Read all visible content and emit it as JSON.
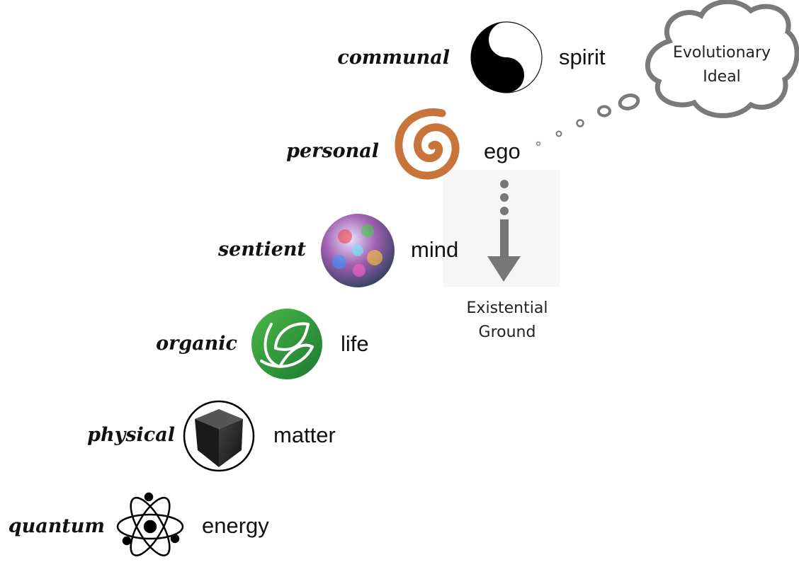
{
  "levels": [
    {
      "level": "communal",
      "word": "spirit",
      "icon": "yin-yang-icon"
    },
    {
      "level": "personal",
      "word": "ego",
      "icon": "spiral-icon"
    },
    {
      "level": "sentient",
      "word": "mind",
      "icon": "mosaic-sphere-icon"
    },
    {
      "level": "organic",
      "word": "life",
      "icon": "leaf-circle-icon"
    },
    {
      "level": "physical",
      "word": "matter",
      "icon": "cube-icon"
    },
    {
      "level": "quantum",
      "word": "energy",
      "icon": "atom-icon"
    }
  ],
  "thought_cloud": {
    "line1": "Evolutionary",
    "line2": "Ideal"
  },
  "ground": {
    "line1": "Existential",
    "line2": "Ground"
  },
  "colors": {
    "gray": "#7a7a7a",
    "spiral": "#c8743a",
    "green": "#2f9e3e"
  }
}
